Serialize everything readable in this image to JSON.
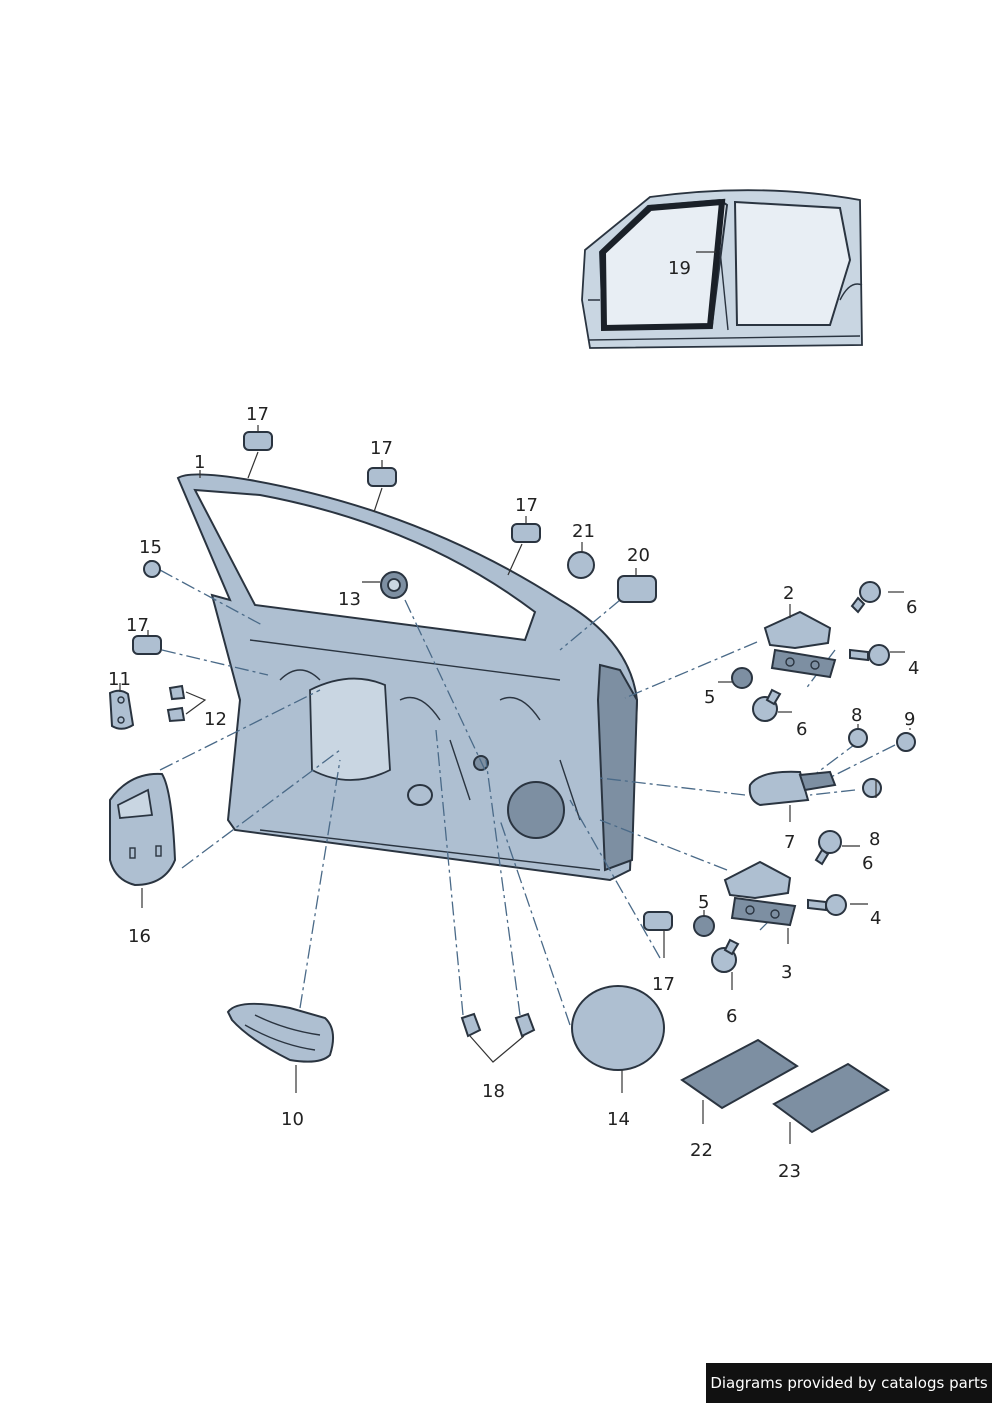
{
  "callouts": {
    "c1": "1",
    "c2": "2",
    "c3": "3",
    "c4a": "4",
    "c4b": "4",
    "c5a": "5",
    "c5b": "5",
    "c6a": "6",
    "c6b": "6",
    "c6c": "6",
    "c6d": "6",
    "c7": "7",
    "c8a": "8",
    "c8b": "8",
    "c9": "9",
    "c10": "10",
    "c11": "11",
    "c12": "12",
    "c13": "13",
    "c14": "14",
    "c15": "15",
    "c16": "16",
    "c17a": "17",
    "c17b": "17",
    "c17c": "17",
    "c17d": "17",
    "c17e": "17",
    "c18": "18",
    "c19": "19",
    "c20": "20",
    "c21": "21",
    "c22": "22",
    "c23": "23"
  },
  "credit": "Diagrams provided by catalogs parts",
  "colors": {
    "part_fill": "#aebfd1",
    "part_stroke": "#2a3440",
    "leader": "#333333",
    "dash": "#4a6a88"
  }
}
